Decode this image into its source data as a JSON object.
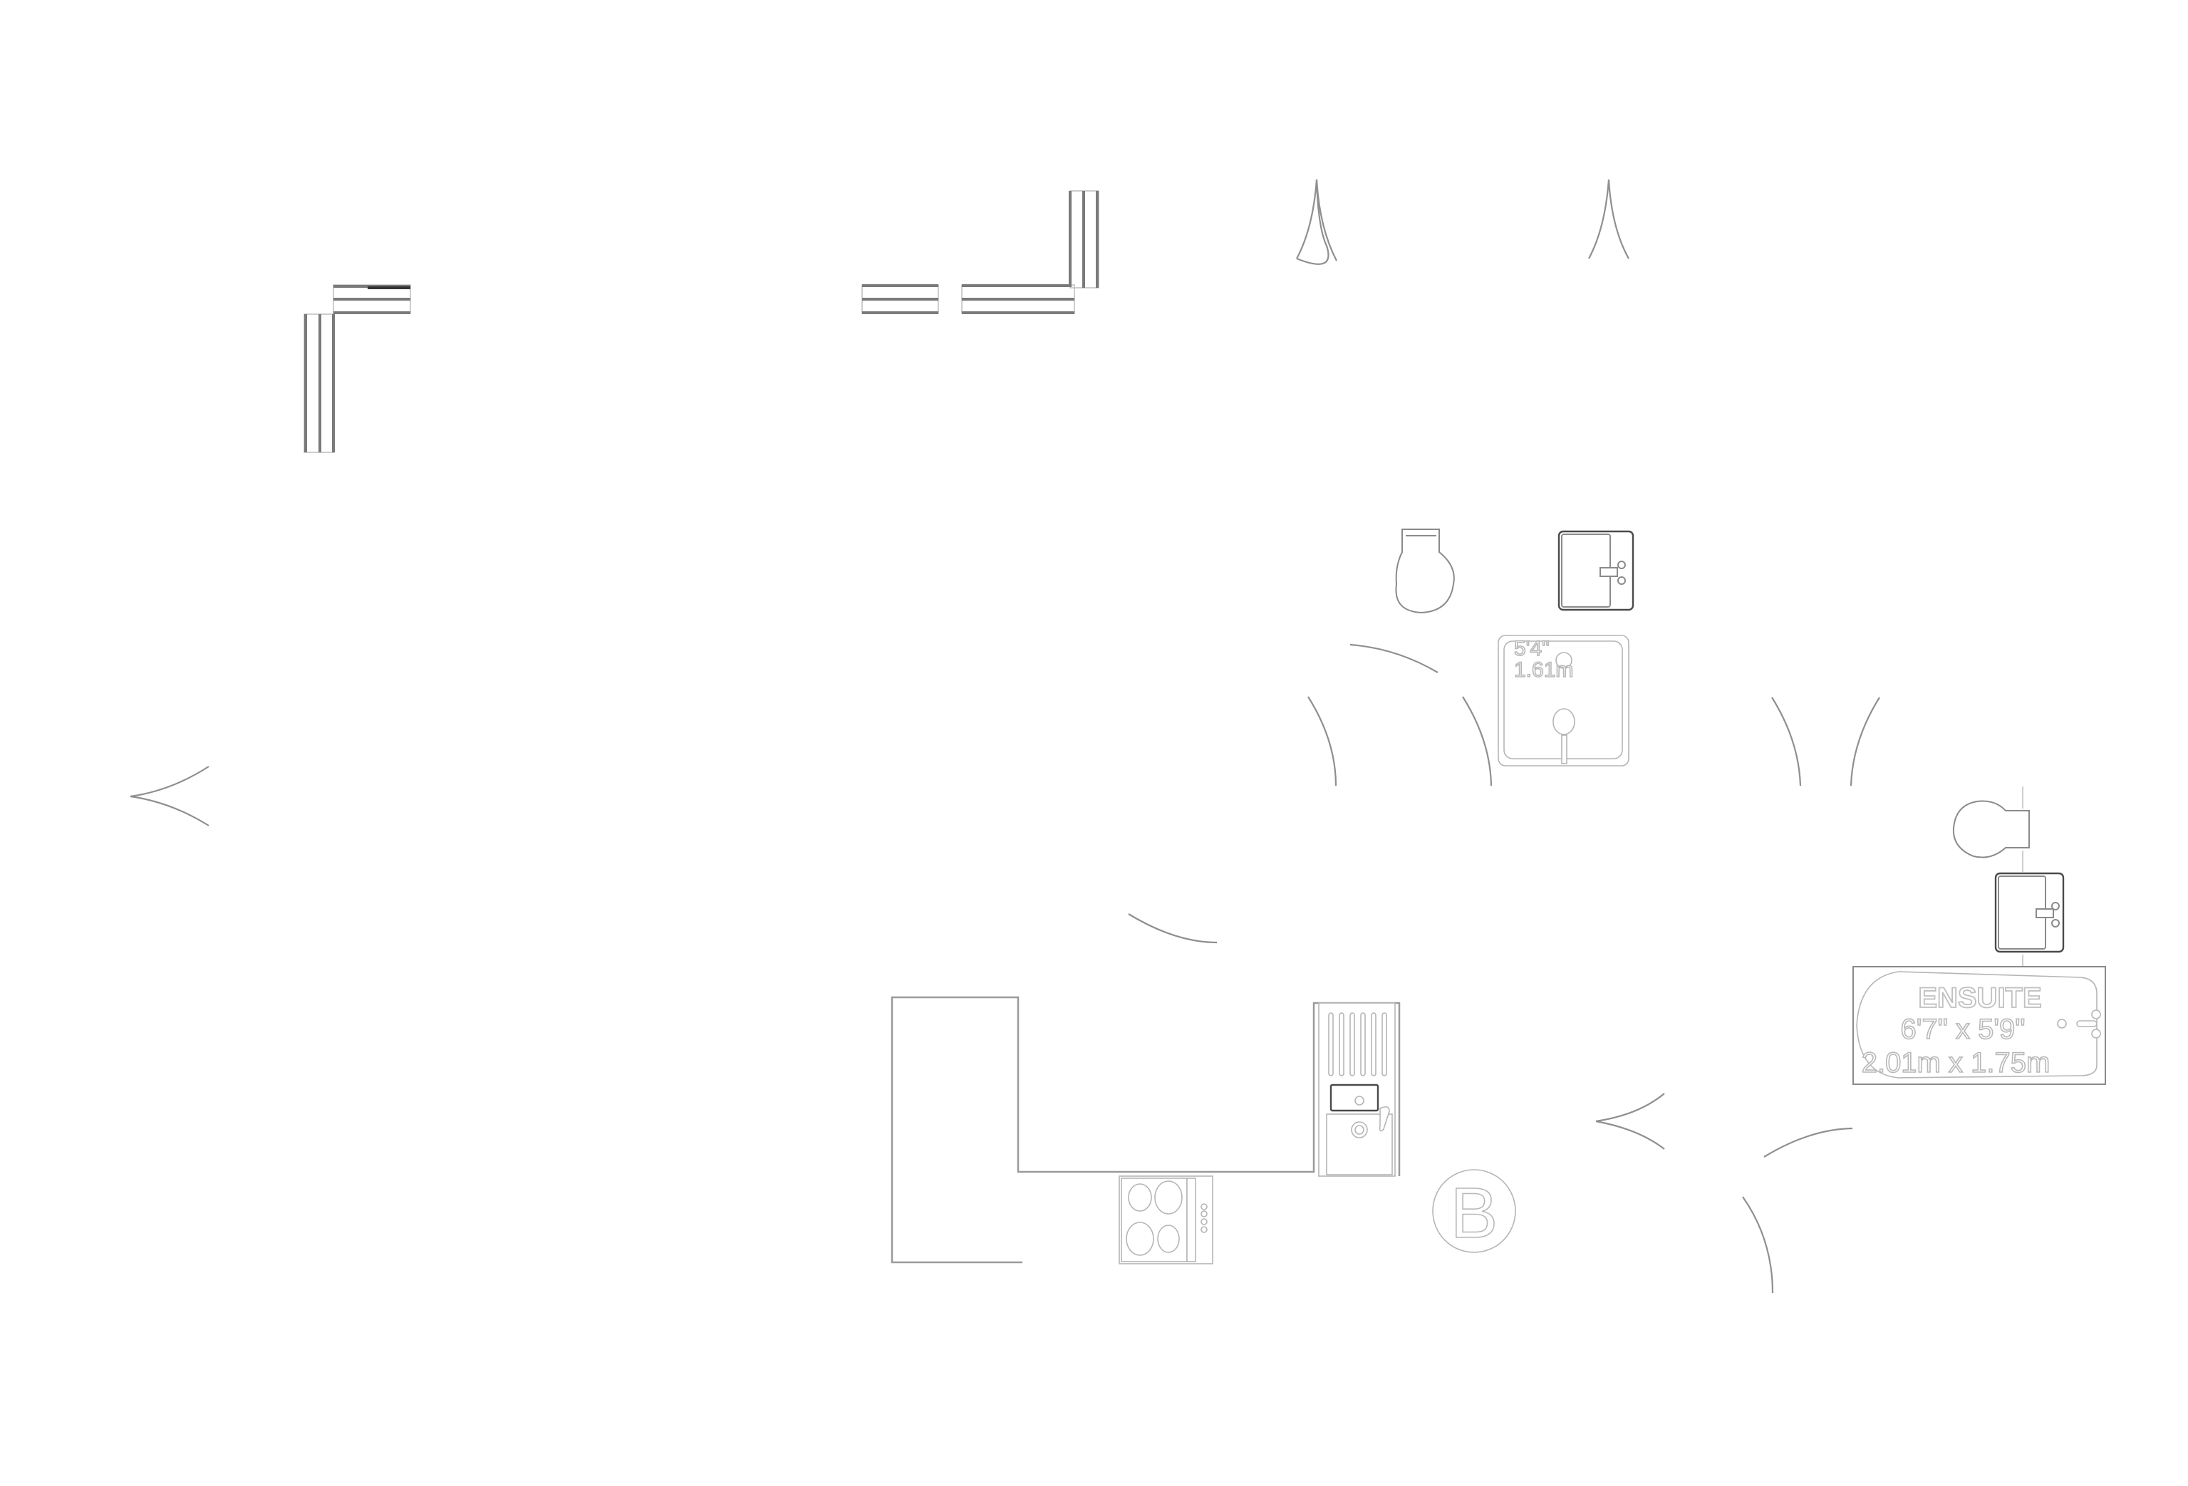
{
  "diagram": {
    "type": "floor-plan-fragment",
    "rooms": [
      {
        "id": "ensuite",
        "label": "ENSUITE",
        "dimensions_imperial": "6'7\"  x 5'9\"",
        "dimensions_metric": "2.01m  x 1.75m",
        "fixtures": [
          "toilet",
          "washbasin",
          "bath"
        ]
      },
      {
        "id": "shower-room",
        "dimensions_imperial": "5'4\"",
        "dimensions_metric": "1.61m",
        "fixtures": [
          "toilet",
          "washbasin",
          "shower-tray"
        ]
      },
      {
        "id": "kitchen",
        "fixtures": [
          "l-shaped-counter",
          "hob-4-ring",
          "sink-with-drainer"
        ]
      }
    ],
    "markers": [
      {
        "id": "marker-b",
        "label": "B"
      }
    ],
    "colors": {
      "wall": "#7a7a7a",
      "door_swing": "#8f8f8f",
      "fixture": "#8a8a8a",
      "text_outline": "#b8b8b8",
      "background": "#ffffff"
    }
  }
}
